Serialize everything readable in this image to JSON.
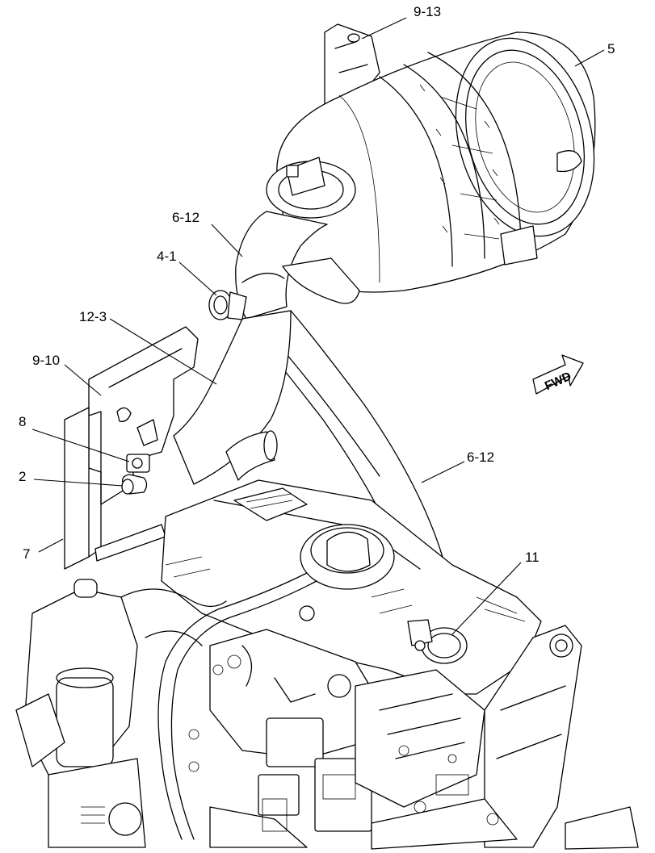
{
  "diagram": {
    "callouts": {
      "c9_13": "9-13",
      "c5": "5",
      "c6_12_top": "6-12",
      "c4_1": "4-1",
      "c12_3": "12-3",
      "c9_10": "9-10",
      "c8": "8",
      "c2": "2",
      "c7": "7",
      "c6_12_mid": "6-12",
      "c11": "11"
    },
    "direction_arrow": "FWD"
  }
}
